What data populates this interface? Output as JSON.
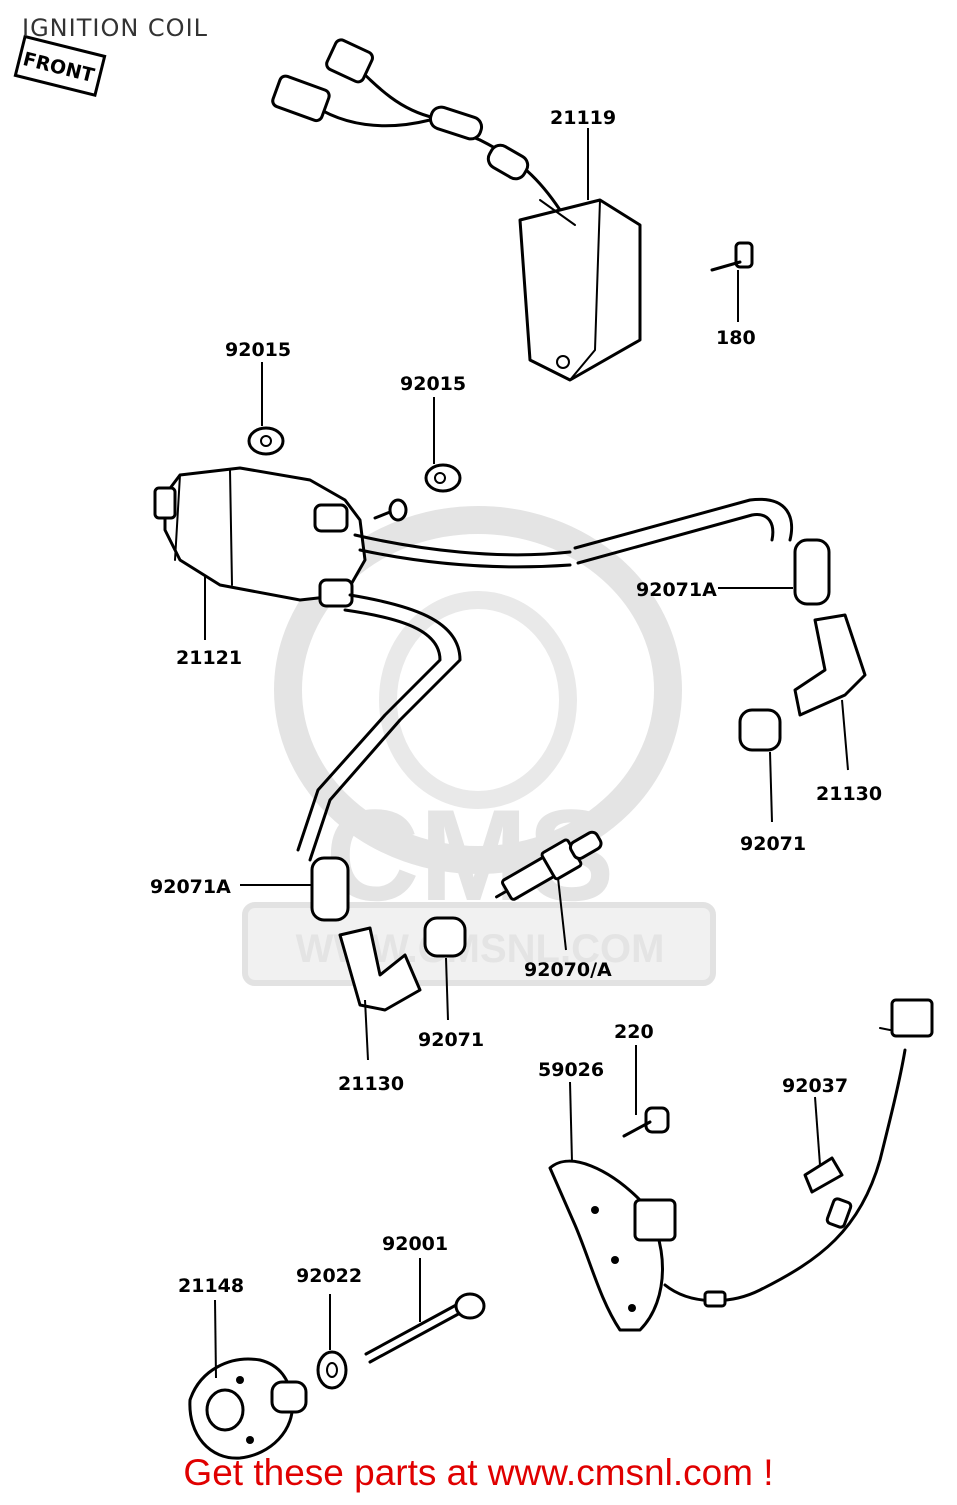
{
  "title": "IGNITION COIL",
  "front_tag": "FRONT",
  "watermark": {
    "brand": "CMS",
    "site": "WWW.CMSNL.COM"
  },
  "labels": {
    "igniter": "21119",
    "bolt_180": "180",
    "nut_a": "92015",
    "nut_b": "92015",
    "coil": "21121",
    "cap_a_right": "92071A",
    "cap_b_right": "21130",
    "boot_right": "92071",
    "cap_a_left": "92071A",
    "spark_plug": "92070/A",
    "cap_b_left": "21130",
    "boot_left": "92071",
    "pickup_plate": "59026",
    "screw_220": "220",
    "clamp": "92037",
    "timing_rotor": "21148",
    "washer": "92022",
    "rotor_bolt": "92001"
  },
  "footer": "Get these parts at www.cmsnl.com !"
}
